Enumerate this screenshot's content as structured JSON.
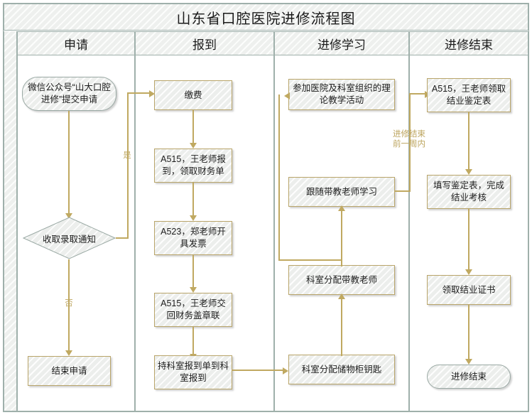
{
  "header": {
    "title": "山东省口腔医院进修流程图"
  },
  "columns": [
    {
      "name": "apply",
      "label": "申请"
    },
    {
      "name": "register",
      "label": "报到"
    },
    {
      "name": "study",
      "label": "进修学习"
    },
    {
      "name": "finish",
      "label": "进修结束"
    }
  ],
  "flow": {
    "start_node": "微信公众号“山大口腔进修”提交申请",
    "decision_node": "收取录取通知",
    "end_application": "结束申请",
    "pay_fee": "缴费",
    "register_finance": "A515，王老师报到，领取财务单",
    "issue_invoice": "A523，郑老师开具发票",
    "return_stamped": "A515，王老师交回财务盖章联",
    "dept_report": "持科室报到单到科室报到",
    "theory_teaching": "参加医院及科室组织的理论教学活动",
    "follow_teacher": "跟随带教老师学习",
    "assign_teacher": "科室分配带教老师",
    "assign_locker": "科室分配储物柜钥匙",
    "get_eval_form": "A515，王老师领取结业鉴定表",
    "fill_eval_form": "填写鉴定表，完成结业考核",
    "get_certificate": "领取结业证书",
    "end_node": "进修结束"
  },
  "edge_labels": {
    "yes": "是",
    "no": "否",
    "within_one_week": "进修结束\n前一周内"
  },
  "colors": {
    "connector": "#c0a961",
    "box_border": "#b9a56a",
    "terminator_border": "#9aa9a4",
    "table_border": "#9fb0ab",
    "shape_fill": "#eceeec",
    "edge_label_text": "#bda55f"
  }
}
